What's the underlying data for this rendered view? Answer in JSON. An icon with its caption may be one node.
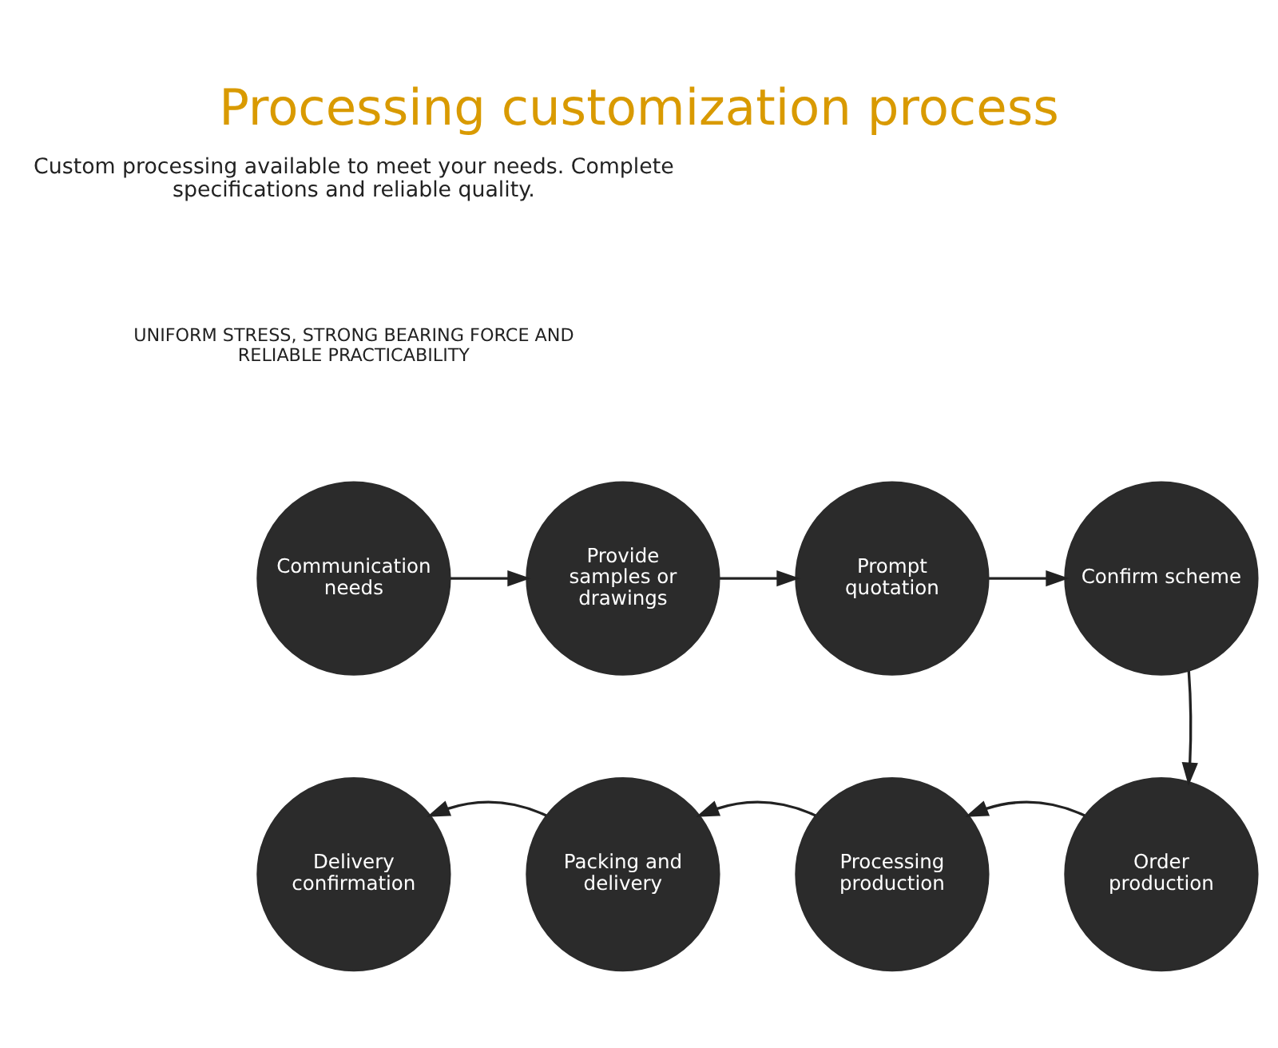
{
  "diagram": {
    "title": "Processing customization process",
    "nodes": [
      {
        "text": [
          "Communication needs"
        ]
      },
      {
        "text": [
          "Provide samples or drawings"
        ]
      },
      {
        "text": [
          "Prompt quotation"
        ]
      },
      {
        "text": [
          "Confirm scheme"
        ]
      },
      {
        "text": [
          "Order production"
        ]
      },
      {
        "text": [
          "Processing production"
        ]
      },
      {
        "text": [
          "Packing and delivery"
        ]
      },
      {
        "text": [
          "Delivery confirmation"
        ]
      }
    ],
    "edges": [
      {
        "from": 0,
        "to": 1,
        "arrow": "to"
      },
      {
        "from": 1,
        "to": 2,
        "arrow": "to"
      },
      {
        "from": 2,
        "to": 3,
        "arrow": "to"
      },
      {
        "from": 3,
        "to": 4,
        "arrow": "to"
      },
      {
        "from": 4,
        "to": 5,
        "arrow": "to"
      },
      {
        "from": 5,
        "to": 6,
        "arrow": "to"
      },
      {
        "from": 6,
        "to": 7,
        "arrow": "to"
      }
    ],
    "labels": [
      "Custom processing available to meet your needs. Complete specifications and reliable quality.",
      "UNIFORM STRESS, STRONG BEARING FORCE AND RELIABLE PRACTICABILITY"
    ]
  }
}
